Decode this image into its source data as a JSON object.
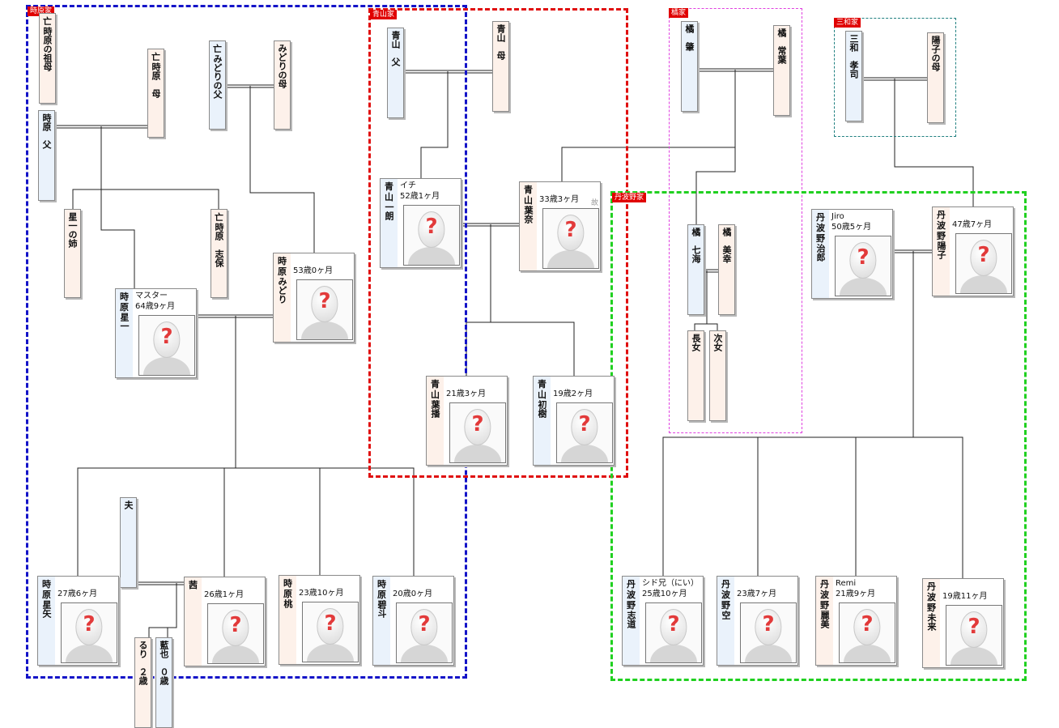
{
  "groups": {
    "tokihara": "時原家",
    "aoyama": "青山家",
    "tachibana": "橘家",
    "miwa": "三和家",
    "tambano": "丹波野家"
  },
  "people": {
    "tokihara_grandmother": {
      "mark": "亡",
      "name": "時原の祖母"
    },
    "tokihara_mother": {
      "mark": "亡",
      "name": "時原　母"
    },
    "midori_father": {
      "mark": "亡",
      "name": "みどりの父"
    },
    "midori_mother": {
      "name": "みどりの母"
    },
    "tokihara_father": {
      "name": "時原　父"
    },
    "seiichi_sister": {
      "name": "星一の姉"
    },
    "tokihara_shiho": {
      "mark": "亡",
      "name": "時原　志保"
    },
    "seiichi": {
      "surname": "時原",
      "given": "星一",
      "nickname": "マスター",
      "age": "64歳9ヶ月"
    },
    "midori": {
      "surname": "時原",
      "given": "みどり",
      "age": "53歳0ヶ月"
    },
    "aoyama_father": {
      "name": "青山　父"
    },
    "aoyama_mother": {
      "name": "青山　母"
    },
    "ichiro": {
      "surname": "青山",
      "given": "一朗",
      "nickname": "イチ",
      "age": "52歳1ヶ月"
    },
    "hana": {
      "surname": "青山",
      "given": "葉奈",
      "age": "33歳3ヶ月",
      "deceased": "故"
    },
    "hana_child1": {
      "surname": "青山",
      "given": "葉播",
      "age": "21歳3ヶ月"
    },
    "hatsuki": {
      "surname": "青山",
      "given": "初樹",
      "age": "19歳2ヶ月"
    },
    "tachibana_m": {
      "name": "橘　肇"
    },
    "tachibana_f": {
      "name": "橘　常葉"
    },
    "nanami": {
      "name": "橘　七海"
    },
    "miyuki": {
      "name": "橘　美幸"
    },
    "choujo": {
      "name": "長女"
    },
    "jijo": {
      "name": "次女"
    },
    "miwa_takashi": {
      "name": "三和　孝司"
    },
    "yoko_mother": {
      "name": "陽子の母"
    },
    "jiro": {
      "surname": "丹波野",
      "given": "治郎",
      "nickname": "Jiro",
      "age": "50歳5ヶ月"
    },
    "yoko": {
      "surname": "丹波野",
      "given": "陽子",
      "age": "47歳7ヶ月"
    },
    "seiya": {
      "surname": "時原",
      "given": "星矢",
      "age": "27歳6ヶ月"
    },
    "husband": {
      "name": "夫"
    },
    "akane": {
      "given": "茜",
      "age": "26歳1ヶ月"
    },
    "momo": {
      "surname": "時原",
      "given": "桃",
      "age": "23歳10ヶ月"
    },
    "aoto": {
      "surname": "時原",
      "given": "碧斗",
      "age": "20歳0ヶ月"
    },
    "ruri": {
      "name": "るり　２歳"
    },
    "aiya": {
      "name": "藍也　０歳"
    },
    "shido": {
      "surname": "丹波野",
      "given": "志道",
      "nickname": "シド兄（にい）",
      "age": "25歳10ヶ月"
    },
    "sora": {
      "surname": "丹波野",
      "given": "空",
      "age": "23歳7ヶ月"
    },
    "remi": {
      "surname": "丹波野",
      "given": "麗美",
      "nickname": "Remi",
      "age": "21歳9ヶ月"
    },
    "mirai": {
      "surname": "丹波野",
      "given": "未来",
      "age": "19歳11ヶ月"
    }
  },
  "placeholder_symbol": "?",
  "colors": {
    "male": "#eaf2fb",
    "female": "#fdf1ea",
    "tokihara_border": "#1414c8",
    "aoyama_border": "#e01010",
    "tachibana_border": "#e040e0",
    "miwa_border": "#208080",
    "tambano_border": "#20d020",
    "label_bg": "#e00000",
    "placeholder_q": "#e23a3a"
  }
}
